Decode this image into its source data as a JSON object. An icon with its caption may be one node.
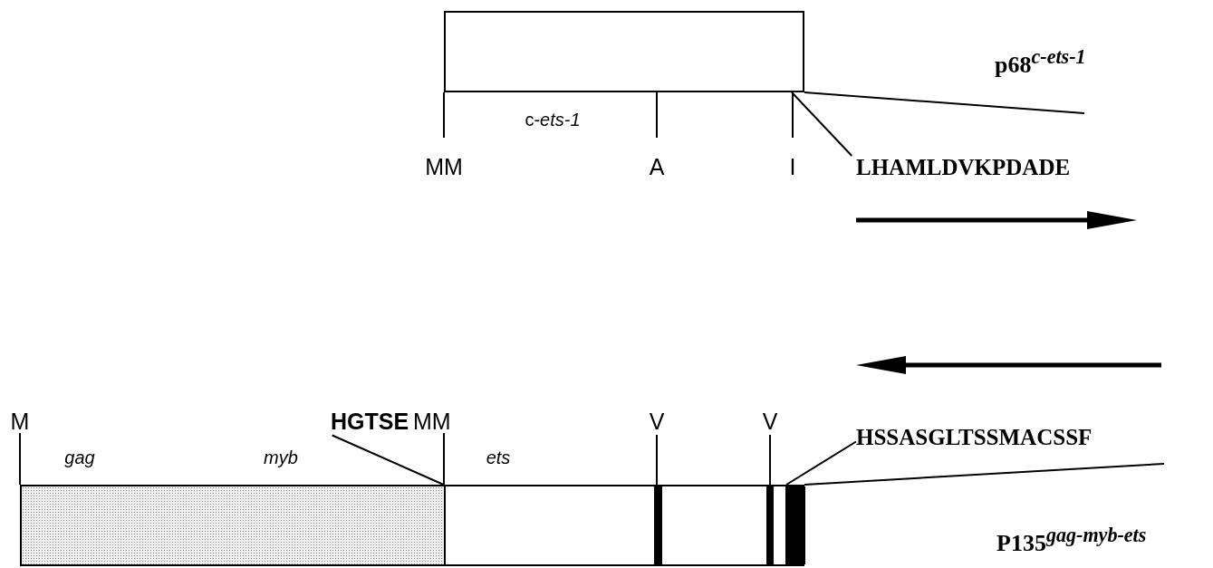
{
  "diagram": {
    "nodes": [
      {
        "text": [],
        "shape": "box"
      },
      {
        "text": [],
        "shape": "bar"
      },
      {
        "text": [
          "LHAMLDVKPDADE"
        ]
      },
      {
        "text": [
          "HSSASGLTSSMACSSF"
        ]
      },
      {
        "text": [
          "HGTSE"
        ]
      }
    ],
    "edges": [
      {
        "from": 2,
        "to": 0,
        "arrow": "none"
      },
      {
        "from": 3,
        "to": 1,
        "arrow": "none"
      },
      {
        "from": 4,
        "to": 1,
        "arrow": "none"
      }
    ],
    "labels": [
      "p68$^{c-ets-1}$",
      "c-*ets-1*",
      "MM",
      "A",
      "I",
      "M",
      "gag",
      "myb",
      "MM",
      "ets",
      "V",
      "V",
      "P135$^{gag-myb-ets}$"
    ]
  }
}
